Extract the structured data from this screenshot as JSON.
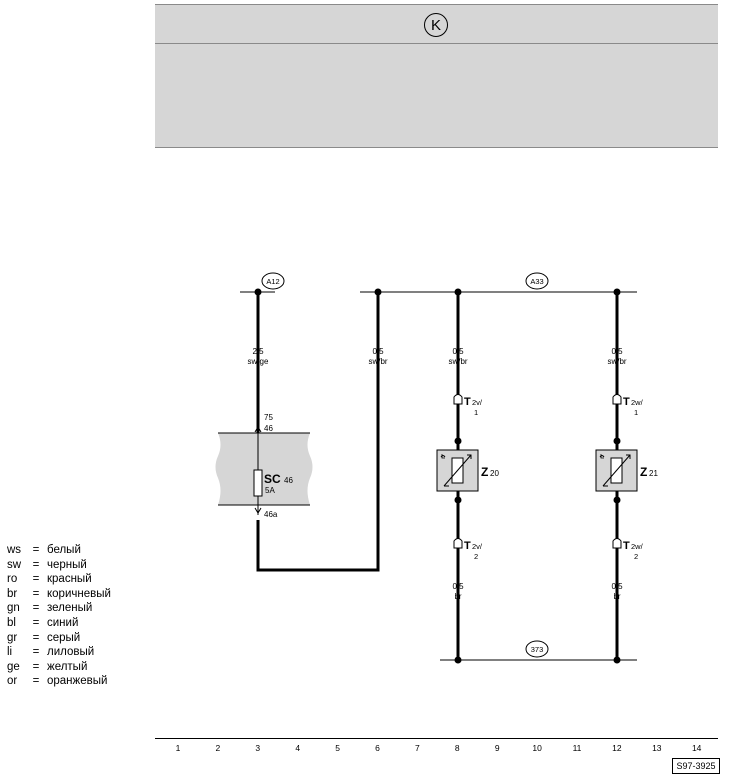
{
  "header": {
    "symbol": "K"
  },
  "connectors": {
    "a12": "A12",
    "a33": "A33",
    "g373": "373"
  },
  "wires": {
    "w3": {
      "size": "2,5",
      "color": "sw/ge"
    },
    "w6": {
      "size": "0,5",
      "color": "sw/br"
    },
    "w8": {
      "size": "0,5",
      "color": "sw/br"
    },
    "w12": {
      "size": "0,5",
      "color": "sw/br"
    },
    "w8b": {
      "size": "0,5",
      "color": "br"
    },
    "w12b": {
      "size": "0,5",
      "color": "br"
    }
  },
  "fuse_block": {
    "terminal_top_1": "75",
    "terminal_top_2": "46",
    "terminal_bottom": "46a",
    "fuse_label": "SC",
    "fuse_number": "46",
    "fuse_rating": "5A"
  },
  "components": {
    "z20": {
      "letter": "Z",
      "number": "20"
    },
    "z21": {
      "letter": "Z",
      "number": "21"
    }
  },
  "plugs": {
    "t2v_1": {
      "letter": "T",
      "sub": "2v/",
      "pin": "1"
    },
    "t2v_2": {
      "letter": "T",
      "sub": "2v/",
      "pin": "2"
    },
    "t2w_1": {
      "letter": "T",
      "sub": "2w/",
      "pin": "1"
    },
    "t2w_2": {
      "letter": "T",
      "sub": "2w/",
      "pin": "2"
    }
  },
  "legend": [
    {
      "code": "ws",
      "name": "белый"
    },
    {
      "code": "sw",
      "name": "черный"
    },
    {
      "code": "ro",
      "name": "красный"
    },
    {
      "code": "br",
      "name": "коричневый"
    },
    {
      "code": "gn",
      "name": "зеленый"
    },
    {
      "code": "bl",
      "name": "синий"
    },
    {
      "code": "gr",
      "name": "серый"
    },
    {
      "code": "li",
      "name": "лиловый"
    },
    {
      "code": "ge",
      "name": "желтый"
    },
    {
      "code": "or",
      "name": "оранжевый"
    }
  ],
  "legend_eq": "=",
  "grid_numbers": [
    "1",
    "2",
    "3",
    "4",
    "5",
    "6",
    "7",
    "8",
    "9",
    "10",
    "11",
    "12",
    "13",
    "14"
  ],
  "drawing_id": "S97-3925"
}
